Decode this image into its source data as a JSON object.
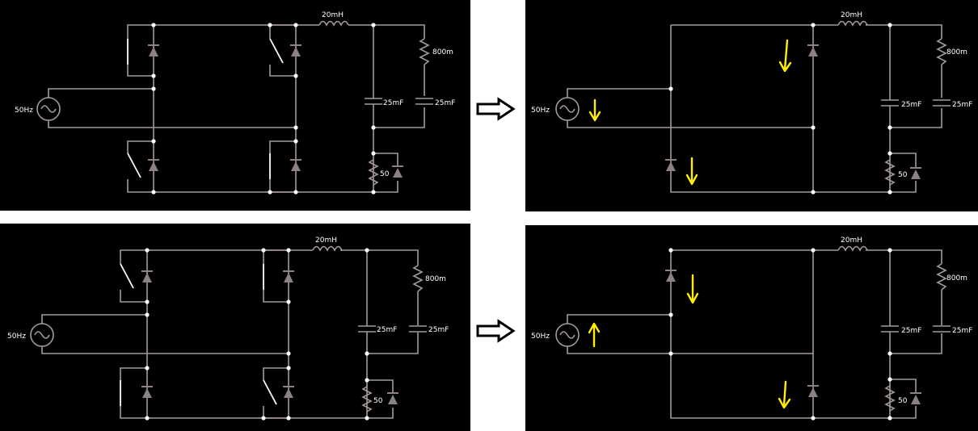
{
  "panels": [
    {
      "id": "full-bridge-top",
      "labels": {
        "source": "50Hz",
        "inductor": "20mH",
        "resistor_top": "800m",
        "cap_left": "25mF",
        "cap_right": "25mF",
        "load": "50"
      }
    },
    {
      "id": "equivalent-top",
      "labels": {
        "source": "50Hz",
        "inductor": "20mH",
        "resistor_top": "800m",
        "cap_left": "25mF",
        "cap_right": "25mF",
        "load": "50"
      },
      "current_arrows": [
        "down",
        "down",
        "down"
      ]
    },
    {
      "id": "full-bridge-bottom",
      "labels": {
        "source": "50Hz",
        "inductor": "20mH",
        "resistor_top": "800m",
        "cap_left": "25mF",
        "cap_right": "25mF",
        "load": "50"
      }
    },
    {
      "id": "equivalent-bottom",
      "labels": {
        "source": "50Hz",
        "inductor": "20mH",
        "resistor_top": "800m",
        "cap_left": "25mF",
        "cap_right": "25mF",
        "load": "50"
      },
      "current_arrows": [
        "up",
        "down",
        "down"
      ]
    }
  ],
  "transition_arrows": [
    "right",
    "right"
  ],
  "colors": {
    "background": "#000000",
    "wire": "#a49a9a",
    "diode": "#8c8282",
    "node": "#ffffff",
    "current_arrow": "#ffee00"
  }
}
